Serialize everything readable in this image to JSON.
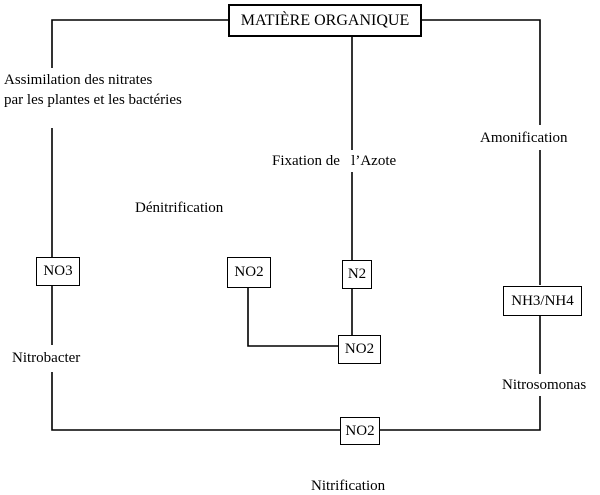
{
  "nodes": {
    "organic_matter": "MATIÈRE ORGANIQUE",
    "no3": "NO3",
    "no2_left": "NO2",
    "n2": "N2",
    "no2_center": "NO2",
    "nh3_nh4": "NH3/NH4",
    "no2_bottom": "NO2"
  },
  "labels": {
    "assimilation_line1": "Assimilation des nitrates",
    "assimilation_line2": "par les plantes et les bactéries",
    "fixation": "Fixation de   l’Azote",
    "denitrification": "Dénitrification",
    "amonification": "Amonification",
    "nitrobacter": "Nitrobacter",
    "nitrosomonas": "Nitrosomonas",
    "nitrification": "Nitrification"
  },
  "style": {
    "line_color": "#000000",
    "box_border": "#000000",
    "background": "#ffffff"
  }
}
